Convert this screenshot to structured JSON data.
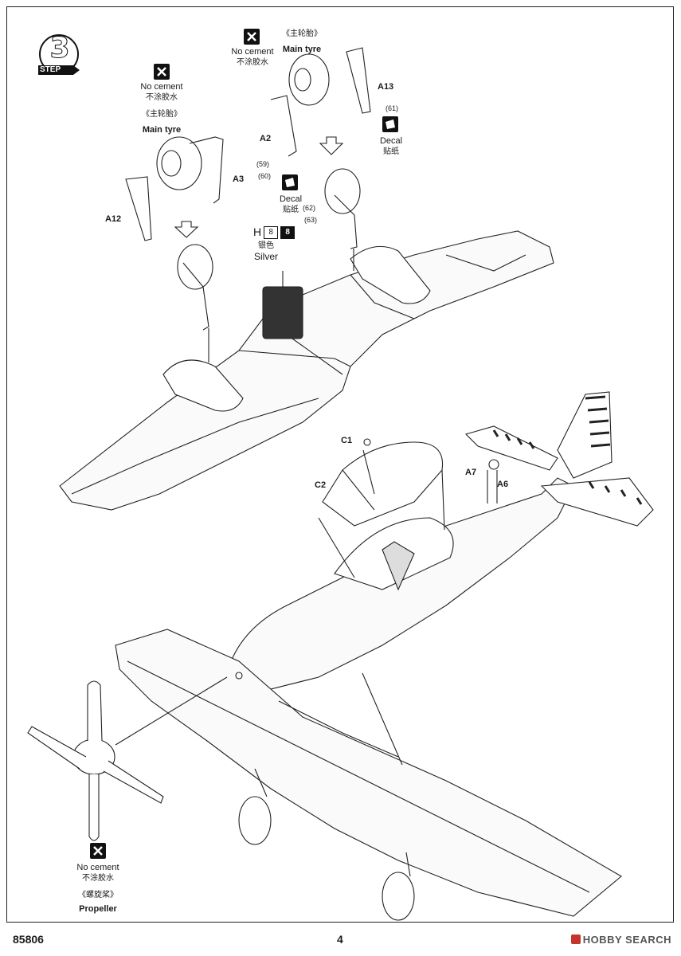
{
  "step": {
    "number": "3",
    "word": "STEP"
  },
  "no_cement": {
    "en": "No cement",
    "zh": "不涂胶水"
  },
  "main_tyre": {
    "zh": "《主轮胎》",
    "en": "Main tyre"
  },
  "decal": {
    "en": "Decal",
    "zh": "贴纸"
  },
  "paint": {
    "code": "H",
    "swatch1": "8",
    "swatch2": "8",
    "zh": "银色",
    "en": "Silver"
  },
  "propeller": {
    "zh": "《螺旋桨》",
    "en": "Propeller"
  },
  "parts": {
    "a13": "A13",
    "a2": "A2",
    "a3": "A3",
    "a12": "A12",
    "c1": "C1",
    "c2": "C2",
    "a7": "A7",
    "a6": "A6"
  },
  "refs": {
    "r61": "(61)",
    "r59": "(59)",
    "r60": "(60)",
    "r62": "(62)",
    "r63": "(63)"
  },
  "footer": {
    "code": "85806",
    "page": "4",
    "watermark": "HOBBY SEARCH"
  },
  "icons": {
    "no_cement": "x-icon",
    "decal": "decal-icon",
    "step": "step-badge-icon"
  }
}
